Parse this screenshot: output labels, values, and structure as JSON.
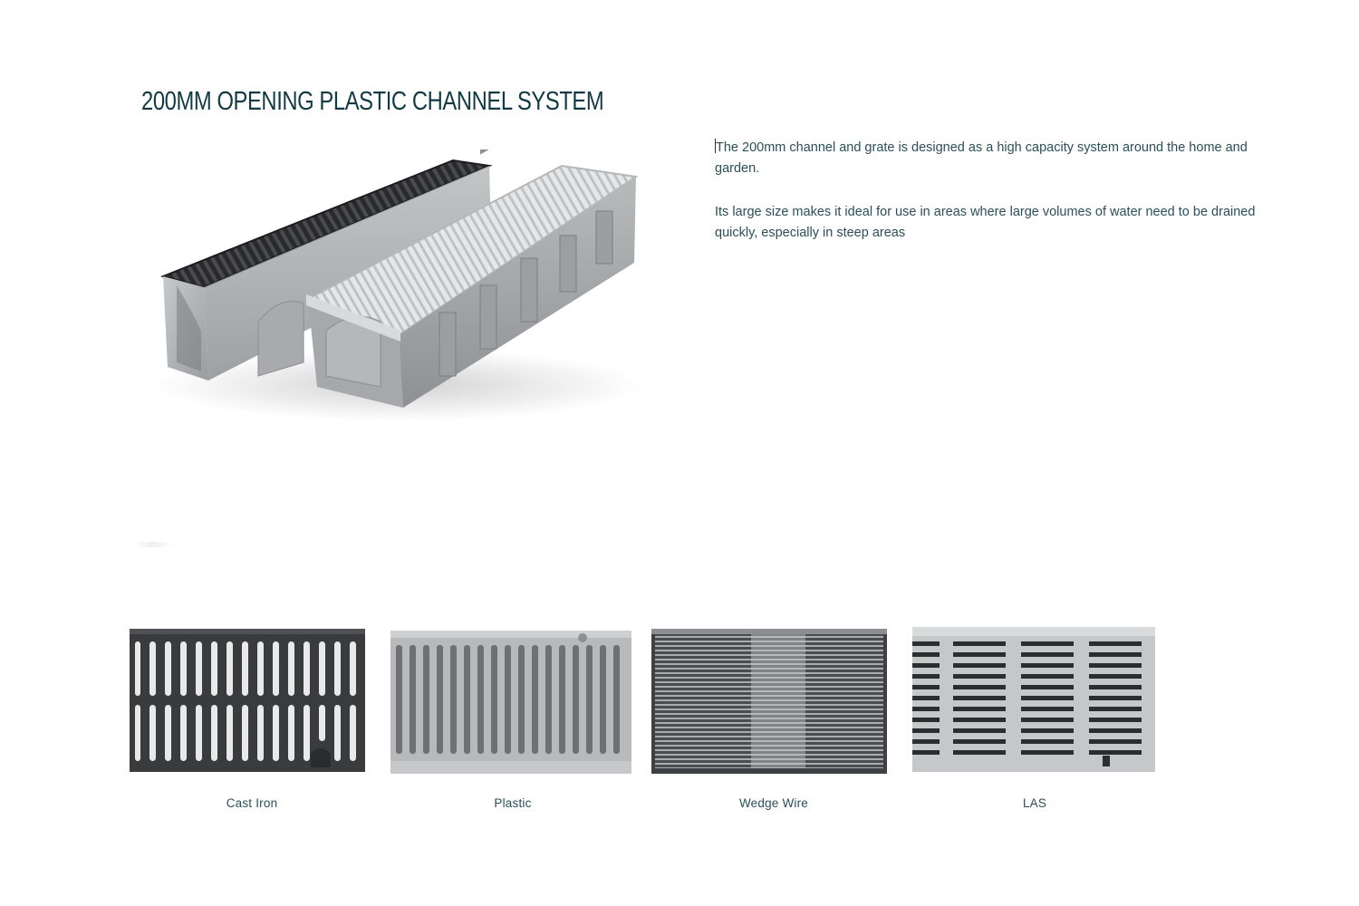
{
  "page": {
    "title": "200MM OPENING PLASTIC CHANNEL SYSTEM"
  },
  "description": {
    "paragraphs": [
      "The 200mm channel and grate is designed as a high capacity system around the home and garden.",
      "Its large size makes it ideal for use in areas where large volumes of water need to be drained quickly, especially in steep areas"
    ]
  },
  "grates": [
    {
      "label": "Cast Iron",
      "icon": "cast-iron-grate-image"
    },
    {
      "label": "Plastic",
      "icon": "plastic-grate-image"
    },
    {
      "label": "Wedge Wire",
      "icon": "wedge-wire-grate-image"
    },
    {
      "label": "LAS",
      "icon": "las-grate-image"
    }
  ],
  "colors": {
    "heading": "#123a44",
    "body_text": "#2a4f58",
    "background": "#ffffff"
  }
}
